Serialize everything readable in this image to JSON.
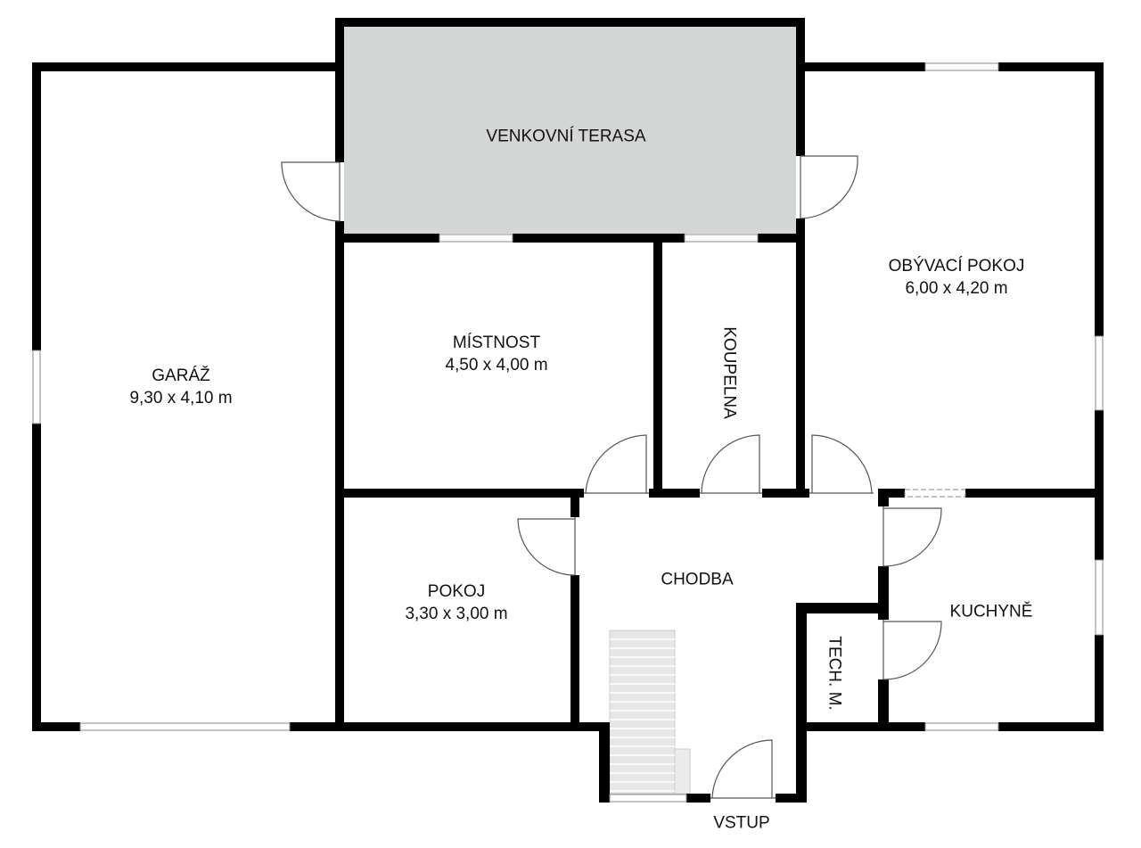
{
  "rooms": {
    "terrace": {
      "name": "VENKOVNÍ TERASA"
    },
    "garage": {
      "name": "GARÁŽ",
      "size": "9,30 x 4,10 m"
    },
    "room": {
      "name": "MÍSTNOST",
      "size": "4,50 x 4,00 m"
    },
    "bathroom": {
      "name": "KOUPELNA"
    },
    "living": {
      "name": "OBÝVACÍ POKOJ",
      "size": "6,00 x 4,20 m"
    },
    "small_room": {
      "name": "POKOJ",
      "size": "3,30 x 3,00 m"
    },
    "hall": {
      "name": "CHODBA"
    },
    "kitchen": {
      "name": "KUCHYNĚ"
    },
    "tech": {
      "name": "TECH. M."
    },
    "entrance": {
      "name": "VSTUP"
    }
  },
  "colors": {
    "wall": "#000000",
    "terrace": "#d4d6d5",
    "stairs": "#e6e6e6"
  }
}
